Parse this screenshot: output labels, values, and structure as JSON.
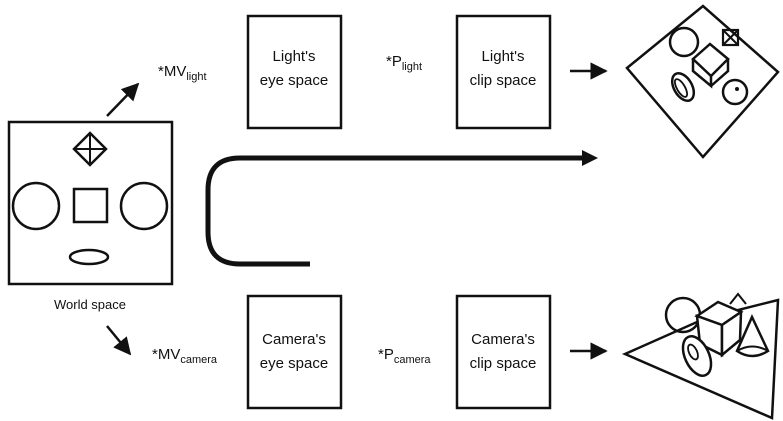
{
  "diagram": {
    "world": {
      "caption": "World space"
    },
    "light_path": {
      "mv_prefix": "*MV",
      "mv_sub": "light",
      "eye_line1": "Light's",
      "eye_line2": "eye space",
      "p_prefix": "*P",
      "p_sub": "light",
      "clip_line1": "Light's",
      "clip_line2": "clip space"
    },
    "camera_path": {
      "mv_prefix": "*MV",
      "mv_sub": "camera",
      "eye_line1": "Camera's",
      "eye_line2": "eye space",
      "p_prefix": "*P",
      "p_sub": "camera",
      "clip_line1": "Camera's",
      "clip_line2": "clip space"
    }
  }
}
